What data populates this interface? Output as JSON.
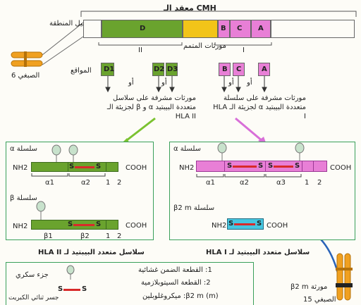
{
  "top": {
    "complex_title": "معقد الـ CMH",
    "region_detail": "تفصيل المنطقة",
    "chromosome_label": "الصبغي 6",
    "class_II_numeral": "II",
    "class_I_numeral": "I",
    "class_III_label": "مورثات المتمم",
    "seg_D": "D",
    "seg_B": "B",
    "seg_C": "C",
    "seg_A": "A"
  },
  "loci": {
    "title": "المواقع",
    "d1": "D1",
    "d2": "D2",
    "d3": "D3",
    "b": "B",
    "c": "C",
    "a": "A",
    "or_word": "أو"
  },
  "descriptions": {
    "class_II_genes": "مورثات مشرفة على سلاسل متعددة البيبتيد α و β لجزيئة الـ HLA II",
    "class_I_genes": "مورثات مشرفة على سلسلة متعددة البيبتيد α لجزيئة الـ HLA I"
  },
  "left_box": {
    "alpha_chain_label": "سلسلة α",
    "beta_chain_label": "سلسلة β",
    "nh2": "NH2",
    "cooh": "COOH",
    "s": "S",
    "alpha1": "α1",
    "alpha2": "α2",
    "beta1": "β1",
    "beta2": "β2",
    "one": "1",
    "two": "2",
    "caption": "سلاسل متعدد البيبتيد لـ HLA II"
  },
  "right_box": {
    "alpha_chain_label": "سلسلة α",
    "b2m_label": "β2 m سلسلة",
    "nh2": "NH2",
    "cooh": "COOH",
    "s": "S",
    "alpha1": "α1",
    "alpha2": "α2",
    "alpha3": "α3",
    "one": "1",
    "two": "2",
    "caption": "سلاسل متعدد البيبتيد لـ HLA I"
  },
  "b2m_gene": {
    "label": "β2 m مورثة",
    "chromosome": "الصبغي 15"
  },
  "legend": {
    "sugar": "جزء سكري",
    "disulfide": "جسر ثنائي الكبريت",
    "item1": "1: القطعة الضمن غشائية",
    "item2": "2: القطعة السيتوبلازمية",
    "item3": "β2 m (m): ميكروغلوبلين"
  },
  "colors": {
    "green": "#6aa32e",
    "dark_green": "#4f8a24",
    "yellow": "#f2c419",
    "magenta": "#e87fd6",
    "purple": "#c05fc0",
    "cyan": "#46c6e0",
    "orange": "#f0a020",
    "red": "#d82a2a"
  }
}
